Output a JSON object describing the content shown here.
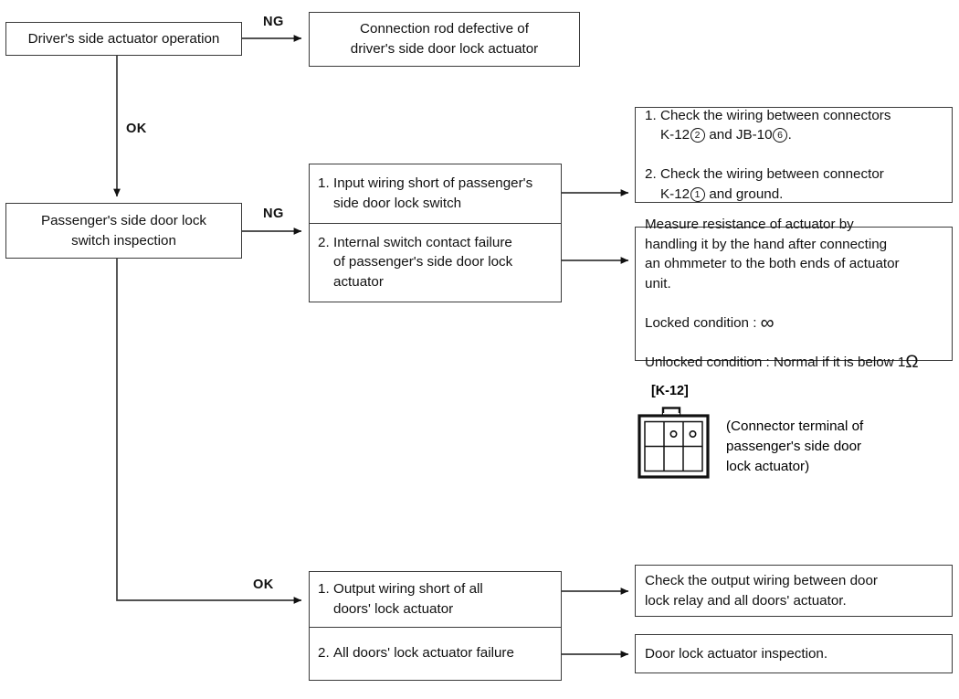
{
  "diagram": {
    "title": "Door lock actuator diagnostic flow chart",
    "colors": {
      "line": "#3a3a3a",
      "text": "#111111",
      "background": "#ffffff"
    }
  },
  "nodes": {
    "driver_check": {
      "label": "Driver's side actuator operation"
    },
    "driver_ng_result": {
      "label": "Connection rod defective of\ndriver's side door lock actuator"
    },
    "passenger_check": {
      "label": "Passenger's side door lock\nswitch inspection"
    },
    "passenger_ng_causes": {
      "items": [
        {
          "num": "1.",
          "text": "Input wiring short of passenger's\nside door lock switch"
        },
        {
          "num": "2.",
          "text": "Internal switch contact failure\nof passenger's side door lock\nactuator"
        }
      ]
    },
    "action_wiring_check": {
      "lines": [
        {
          "num": "1.",
          "part1": "Check the wiring between connectors",
          "part2": "K-12",
          "circle1": "2",
          "part3": " and JB-10",
          "circle2": "6",
          "part4": "."
        },
        {
          "num": "2.",
          "part1": "Check the wiring between connector",
          "part2": "K-12",
          "circle1": "1",
          "part3": " and ground.",
          "circle2": "",
          "part4": ""
        }
      ]
    },
    "action_resistance_check": {
      "paragraph": "Measure resistance of actuator by\nhandling it by the hand after connecting\nan ohmmeter to the both ends of actuator\nunit.",
      "locked_label": "Locked condition : ",
      "locked_value": "∞",
      "unlocked_label": "Unlocked condition : Normal if it is below 1",
      "unlocked_value": "Ω"
    },
    "passenger_ok_causes": {
      "items": [
        {
          "num": "1.",
          "text": "Output wiring short of all\ndoors' lock actuator"
        },
        {
          "num": "2.",
          "text": "All doors' lock actuator failure"
        }
      ]
    },
    "action_output_wiring": {
      "label": "Check the output wiring between door\nlock relay and all doors' actuator."
    },
    "action_actuator_inspection": {
      "label": "Door lock actuator inspection."
    }
  },
  "connector": {
    "tag": "[K-12]",
    "caption": "(Connector terminal of\n   passenger's side door\n   lock actuator)",
    "rows": 2,
    "cols": 3,
    "terminals": [
      {
        "row": 0,
        "col": 1
      },
      {
        "row": 0,
        "col": 2
      }
    ]
  },
  "edge_labels": {
    "driver_ng": "NG",
    "driver_ok": "OK",
    "passenger_ng": "NG",
    "passenger_ok": "OK"
  }
}
